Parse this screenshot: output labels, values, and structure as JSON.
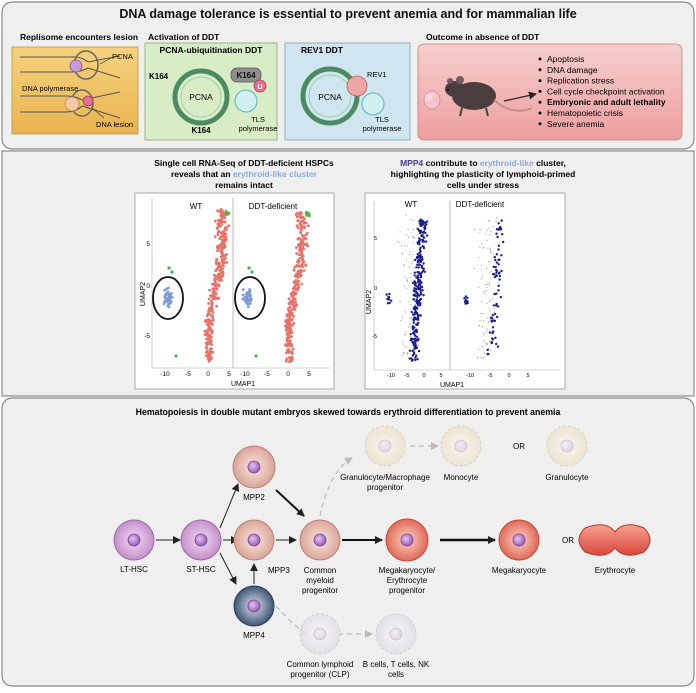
{
  "colors": {
    "panel_bg": "#efefef",
    "panel_border": "#888888",
    "box1_bg": "#f4c96b",
    "box2_bg": "#d7edc4",
    "box3_bg": "#cde6f2",
    "box4_bg": "#f2b8b8",
    "wt_red": "#e8736b",
    "green": "#3bbf3b",
    "blue_cluster": "#7d9ad6",
    "dark_blue": "#1c1c8c",
    "mpp4_label": "#4a3a9e",
    "erythroid_label": "#8aa8e0"
  },
  "title": "DNA damage tolerance is essential to prevent anemia and for mammalian life",
  "top": {
    "box1": {
      "title": "Replisome encounters lesion",
      "pcna": "PCNA",
      "dna_polymerase": "DNA polymerase",
      "dna_lesion": "DNA lesion"
    },
    "box2": {
      "title": "Activation of DDT",
      "subtitle": "PCNA-ubiquitination DDT",
      "k164_left": "K164",
      "k164_tag": "K164",
      "k164_bottom": "K164",
      "pcna": "PCNA",
      "u": "U",
      "tls_1": "TLS",
      "tls_2": "polymerase"
    },
    "box3": {
      "title": "REV1 DDT",
      "rev1": "REV1",
      "pcna": "PCNA",
      "tls_1": "TLS",
      "tls_2": "polymerase"
    },
    "box4": {
      "title": "Outcome in absence of DDT",
      "items": [
        "Apoptosis",
        "DNA damage",
        "Replication stress",
        "Cell cycle checkpoint activation",
        "Embryonic and adult lethality",
        "Hematopoietic crisis",
        "Severe anemia"
      ],
      "bold_index": 4
    }
  },
  "middle": {
    "left_title": {
      "line1": "Single cell RNA-Seq of DDT-deficient HSPCs",
      "line2_pre": "reveals that an ",
      "line2_hl": "erythroid-like cluster",
      "line3": "remains intact"
    },
    "right_title": {
      "line1_hl": "MPP4",
      "line1_post": " contribute to ",
      "line1_hl2": "erythroid-like",
      "line1_end": " cluster,",
      "line2": "highlighting the plasticity of lymphoid-primed",
      "line3": "cells under stress"
    },
    "plot1": {
      "panel_labels": [
        "WT",
        "DDT-deficient"
      ],
      "ylabel": "UMAP2",
      "xlabel": "UMAP1",
      "yticks": [
        "5",
        "0",
        "-5"
      ],
      "xticks": [
        "-10",
        "-5",
        "0",
        "5"
      ]
    },
    "plot2": {
      "panel_labels": [
        "WT",
        "DDT-deficient"
      ],
      "ylabel": "UMAP2",
      "xlabel": "UMAP1",
      "yticks": [
        "5",
        "0",
        "-5"
      ],
      "xticks": [
        "-10",
        "-5",
        "0",
        "5"
      ]
    }
  },
  "bottom": {
    "title": "Hematopoiesis in double mutant embryos skewed towards erythroid differentiation to prevent anemia",
    "lt_hsc": "LT-HSC",
    "st_hsc": "ST-HSC",
    "mpp2": "MPP2",
    "mpp3": "MPP3",
    "mpp4": "MPP4",
    "cmp_1": "Common",
    "cmp_2": "myeloid",
    "cmp_3": "progenitor",
    "gmp_1": "Granulocyte/Macrophage",
    "gmp_2": "progenitor",
    "monocyte": "Monocyte",
    "or1": "OR",
    "granulocyte": "Granulocyte",
    "mep_1": "Megakaryocyte/",
    "mep_2": "Erythrocyte",
    "mep_3": "progenitor",
    "megakaryocyte": "Megakaryocyte",
    "or2": "OR",
    "erythrocyte": "Erythrocyte",
    "clp_1": "Common lymphoid",
    "clp_2": "progenitor (CLP)",
    "bt_1": "B cells, T cells, NK",
    "bt_2": "cells"
  }
}
